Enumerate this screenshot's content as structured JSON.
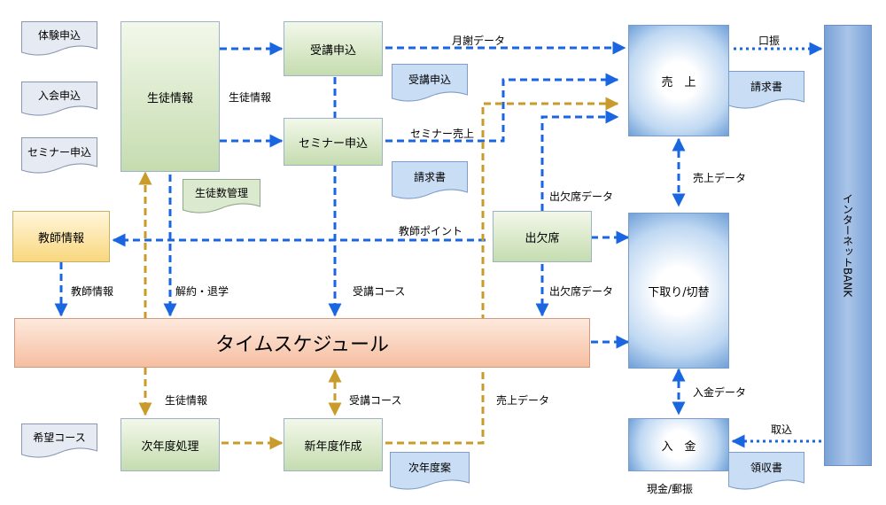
{
  "docs": {
    "taiken": "体験申込",
    "nyukai": "入会申込",
    "seminar_apply": "セミナー申込",
    "jukou_doc": "受講申込",
    "seikyu1": "請求書",
    "seitosu": "生徒数管理",
    "seikyu2": "請求書",
    "kibou": "希望コース",
    "jinendoan": "次年度案",
    "ryoshu": "領収書"
  },
  "boxes": {
    "seito": "生徒情報",
    "jukou": "受講申込",
    "seminar": "セミナー申込",
    "uriage": "売　上",
    "bank": "インターネットBANK",
    "kyoushi": "教師情報",
    "shukketsu": "出欠席",
    "shitadori": "下取り/切替",
    "timeschedule": "タイムスケジュール",
    "jinendo": "次年度処理",
    "shinnendo": "新年度作成",
    "nyukin": "入　金"
  },
  "labels": {
    "getsusha": "月謝データ",
    "koufuri": "口振",
    "seito_info": "生徒情報",
    "seminar_uriage": "セミナー売上",
    "uriage_data1": "売上データ",
    "shukketsu_data1": "出欠席データ",
    "kyoushi_point": "教師ポイント",
    "kyoushi_info": "教師情報",
    "kaiyaku": "解約・退学",
    "jukou_course1": "受講コース",
    "shukketsu_data2": "出欠席データ",
    "seito_info2": "生徒情報",
    "jukou_course2": "受講コース",
    "uriage_data2": "売上データ",
    "nyukin_data": "入金データ",
    "torikomi": "取込",
    "genkin": "現金/郵振"
  },
  "colors": {
    "blue_arrow": "#1a66e0",
    "gold_arrow": "#c89b2a"
  }
}
